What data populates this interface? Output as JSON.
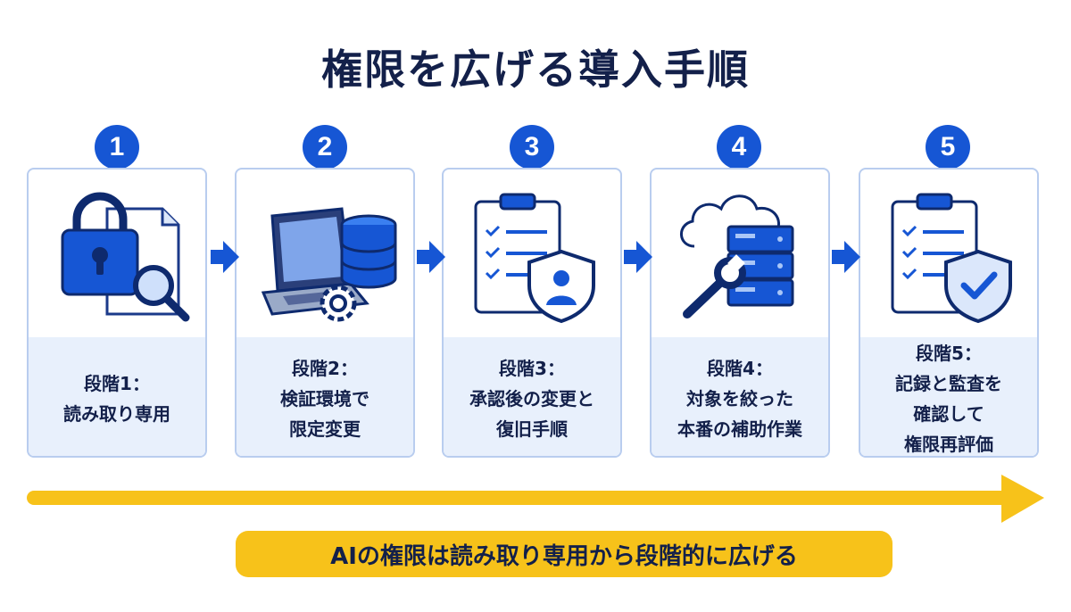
{
  "title": "権限を広げる導入手順",
  "steps": [
    {
      "number": "1",
      "label_line1": "段階1：",
      "label_line2": "読み取り専用",
      "label_line3": "",
      "icon": "lock-document-magnifier-icon"
    },
    {
      "number": "2",
      "label_line1": "段階2：",
      "label_line2": "検証環境で",
      "label_line3": "限定変更",
      "icon": "laptop-database-gear-icon"
    },
    {
      "number": "3",
      "label_line1": "段階3：",
      "label_line2": "承認後の変更と",
      "label_line3": "復旧手順",
      "icon": "clipboard-shield-user-icon"
    },
    {
      "number": "4",
      "label_line1": "段階4：",
      "label_line2": "対象を絞った",
      "label_line3": "本番の補助作業",
      "icon": "cloud-server-wrench-icon"
    },
    {
      "number": "5",
      "label_line1": "段階5：",
      "label_line2": "記録と監査を",
      "label_line3": "確認して",
      "label_line4": "権限再評価",
      "icon": "clipboard-shield-check-icon"
    }
  ],
  "banner": "AIの権限は読み取り専用から段階的に広げる",
  "colors": {
    "primary": "#1656d4",
    "accent": "#f7c21a",
    "card_border": "#b9cdef",
    "label_bg": "#e8f0fc",
    "text": "#13204a"
  }
}
